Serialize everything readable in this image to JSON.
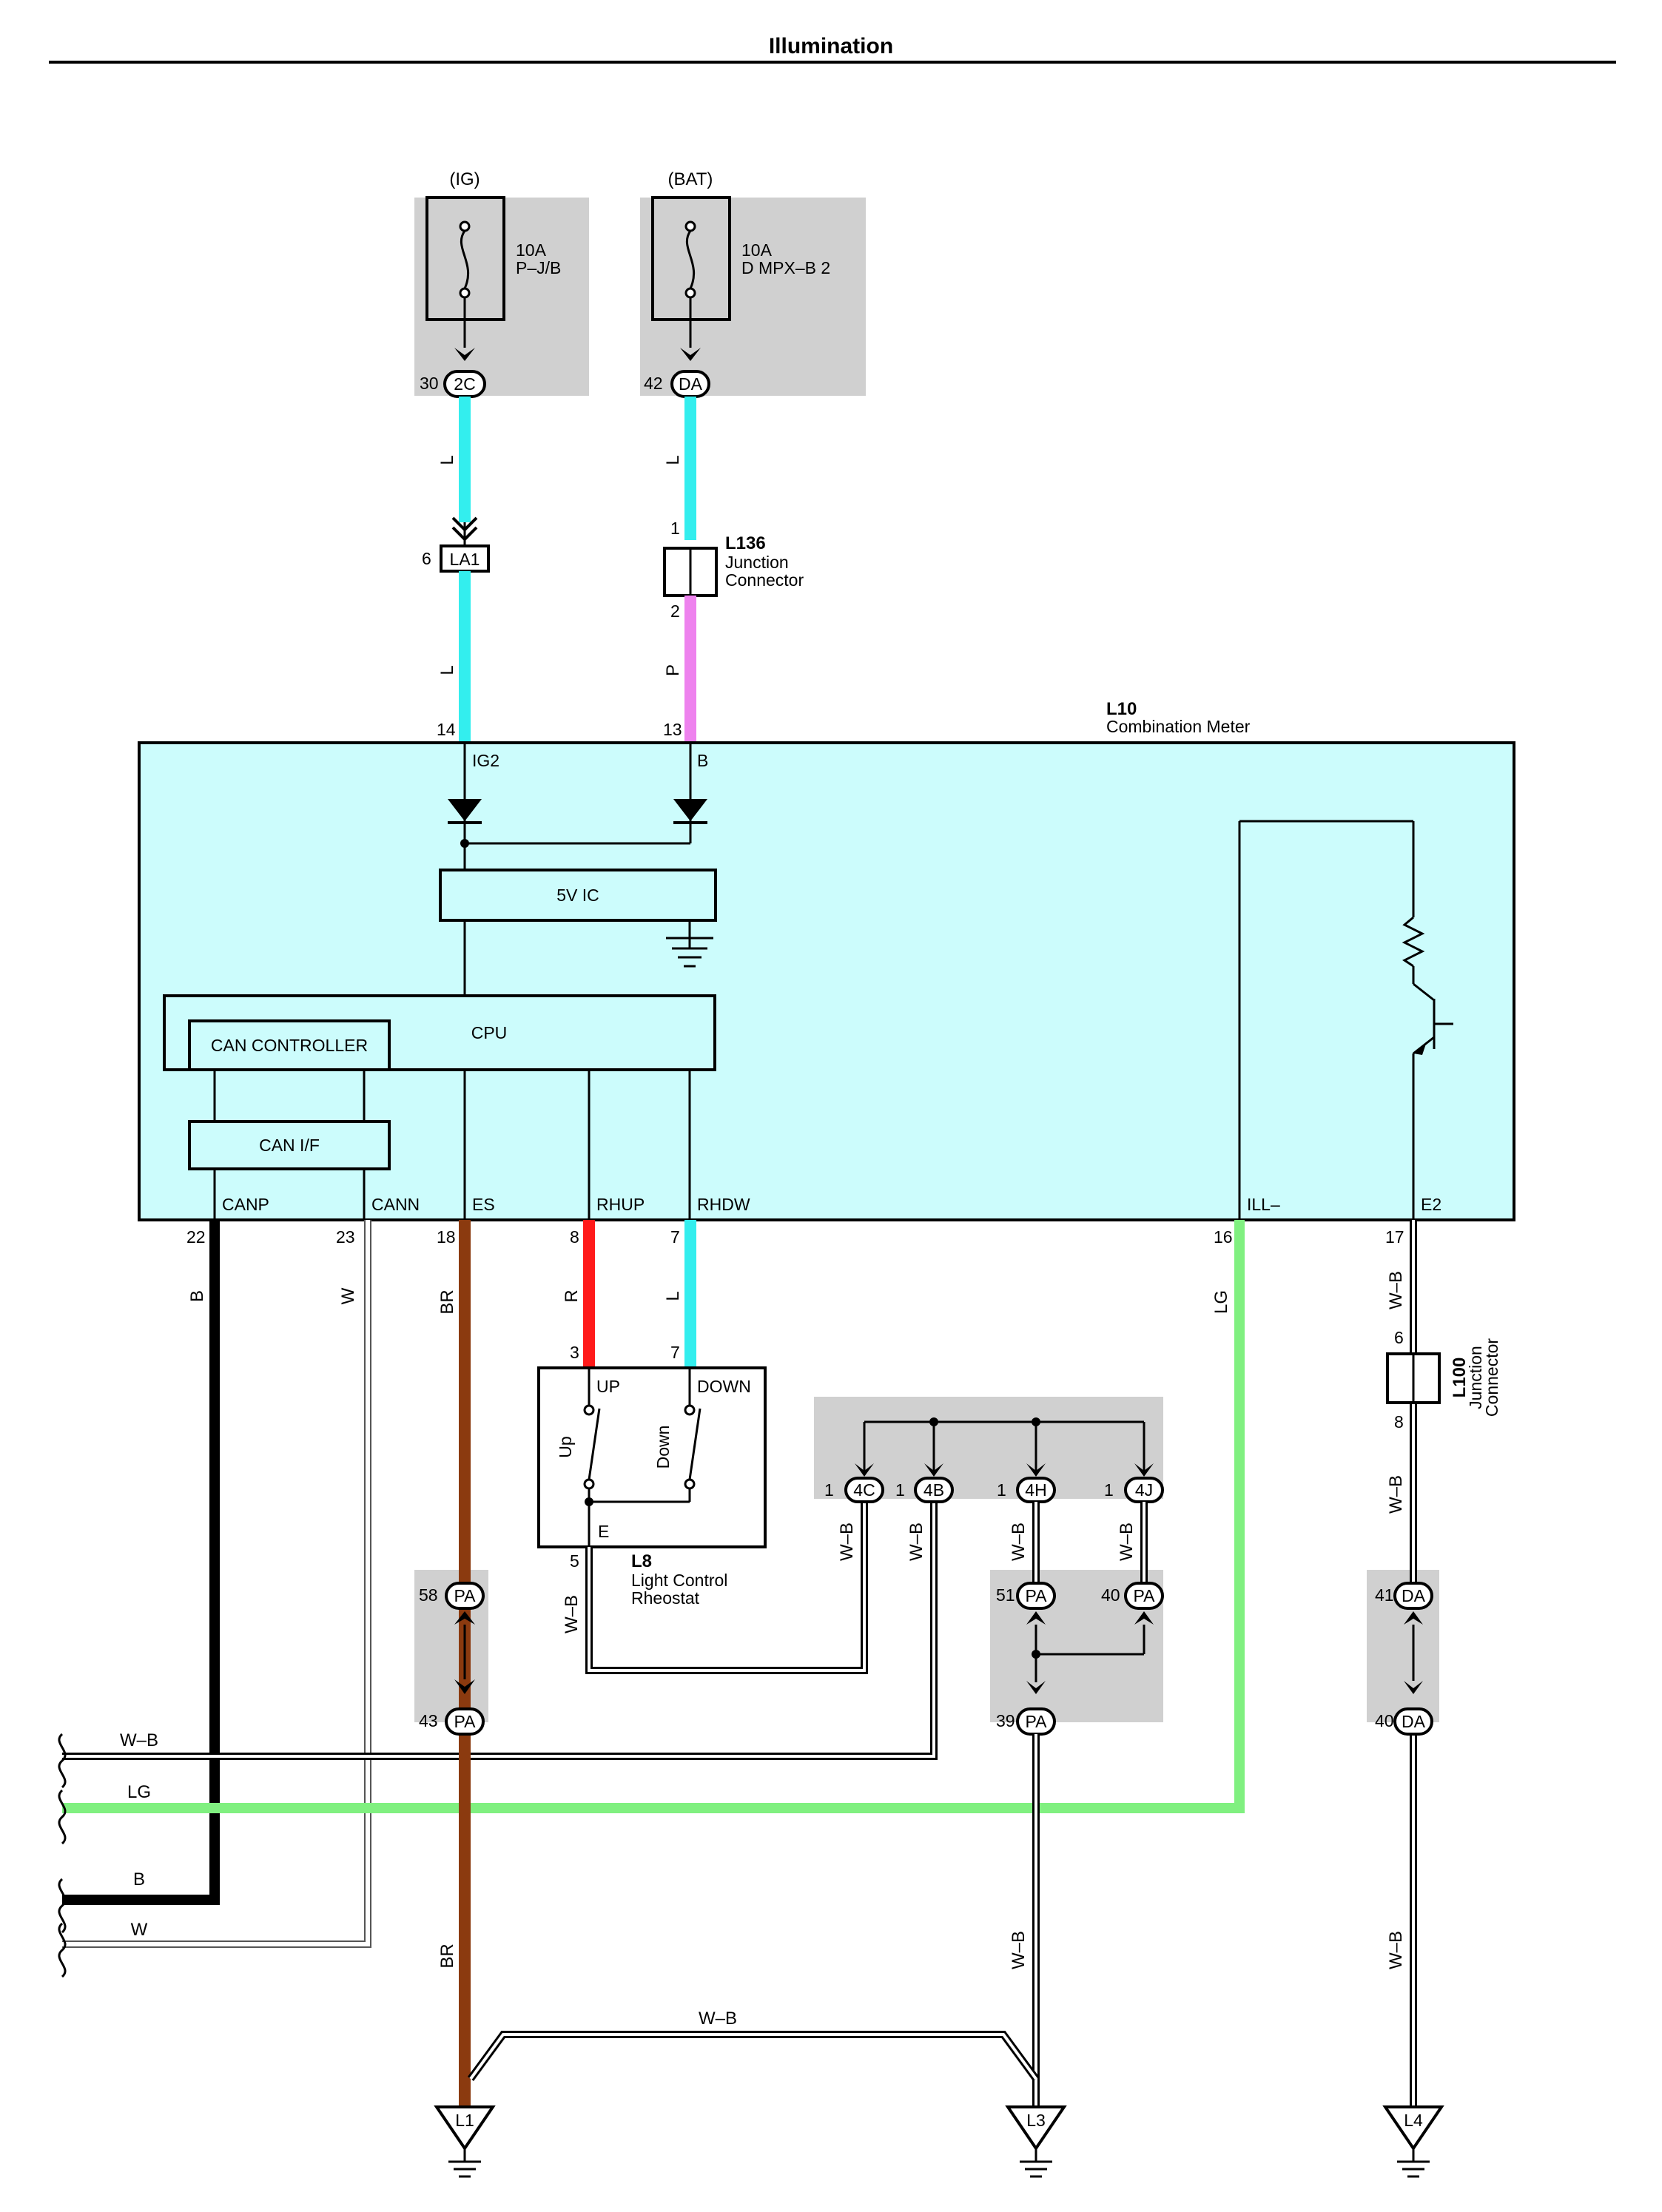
{
  "title": "Illumination",
  "sources": {
    "ig": {
      "name": "(IG)",
      "rating": "10A",
      "fuse": "P–J/B",
      "pin": "30",
      "connector": "2C"
    },
    "bat": {
      "name": "(BAT)",
      "rating": "10A",
      "fuse": "D MPX–B 2",
      "pin": "42",
      "connector": "DA"
    }
  },
  "connectors": {
    "la1": {
      "pin": "6",
      "code": "LA1"
    },
    "l136": {
      "id": "L136",
      "desc1": "Junction",
      "desc2": "Connector",
      "pin_in": "1",
      "pin_out": "2"
    },
    "l100": {
      "id": "L100",
      "desc1": "Junction",
      "desc2": "Connector",
      "pin_in": "6",
      "pin_out": "8"
    },
    "joint": {
      "pin": "1",
      "c1": "4C",
      "c2": "4B",
      "c3": "4H",
      "c4": "4J"
    },
    "pa": {
      "p58": "58",
      "p43": "43",
      "p51": "51",
      "p40": "40",
      "p39": "39",
      "code": "PA"
    },
    "da": {
      "p41": "41",
      "p40": "40",
      "code": "DA"
    }
  },
  "meter": {
    "id": "L10",
    "name": "Combination Meter",
    "pins_top": {
      "ig2": "14",
      "b": "13"
    },
    "term_ig2": "IG2",
    "term_b": "B",
    "ic": "5V IC",
    "cpu": "CPU",
    "can_controller": "CAN CONTROLLER",
    "can_if": "CAN I/F",
    "terminals": [
      "CANP",
      "CANN",
      "ES",
      "RHUP",
      "RHDW",
      "ILL–",
      "E2"
    ],
    "pins_bottom": [
      "22",
      "23",
      "18",
      "8",
      "7",
      "16",
      "17"
    ]
  },
  "rheostat": {
    "id": "L8",
    "name1": "Light Control",
    "name2": "Rheostat",
    "up": "UP",
    "down": "DOWN",
    "sw_up": "Up",
    "sw_down": "Down",
    "e": "E",
    "pin_up": "3",
    "pin_down": "7",
    "pin_e": "5"
  },
  "wires": {
    "L": "L",
    "P": "P",
    "B": "B",
    "W": "W",
    "BR": "BR",
    "R": "R",
    "LG": "LG",
    "WB": "W–B"
  },
  "grounds": {
    "g1": "L1",
    "g3": "L3",
    "g4": "L4"
  },
  "colors": {
    "light_blue": "#33eeee",
    "pink": "#ee82ee",
    "brown": "#8b3a0f",
    "red": "#ff1a1a",
    "light_green": "#80f080",
    "black": "#000000",
    "meter_fill": "#ccfcfc",
    "shade": "#d0d0d0"
  }
}
